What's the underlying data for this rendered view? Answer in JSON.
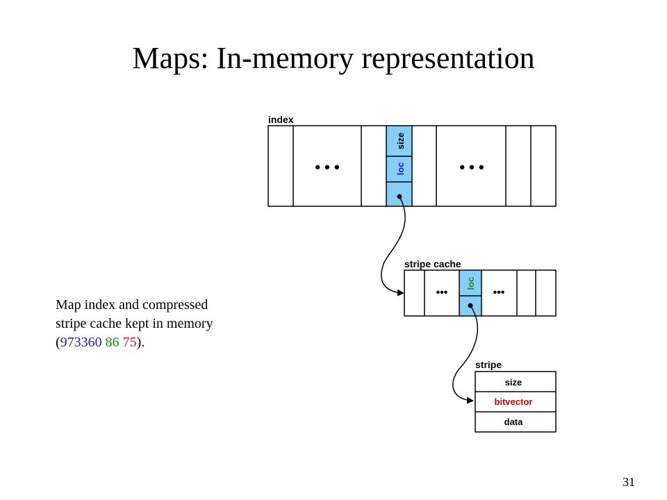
{
  "slide": {
    "title": "Maps: In-memory representation",
    "page_number": "31"
  },
  "caption": {
    "line1": "Map index and compressed",
    "line2": "stripe cache kept in memory",
    "open_paren": "(",
    "num1": "973360",
    "num2": "86",
    "num3": "75",
    "close": ")."
  },
  "colors": {
    "num1": "#1a1acc",
    "num2": "#1a8a1a",
    "num3": "#cc1a1a",
    "highlight_cell": "#87cefa",
    "loc_index": "#1a1acc",
    "loc_stripe_cache": "#1a8a1a",
    "bitvector": "#cc0000"
  },
  "diagram": {
    "index": {
      "label": "index",
      "ellipsis": "• • •",
      "size_label": "size",
      "loc_label": "loc"
    },
    "stripe_cache": {
      "label": "stripe cache",
      "ellipsis": "•••",
      "loc_label": "loc"
    },
    "stripe": {
      "label": "stripe",
      "fields": [
        "size",
        "bitvector",
        "data"
      ]
    }
  }
}
